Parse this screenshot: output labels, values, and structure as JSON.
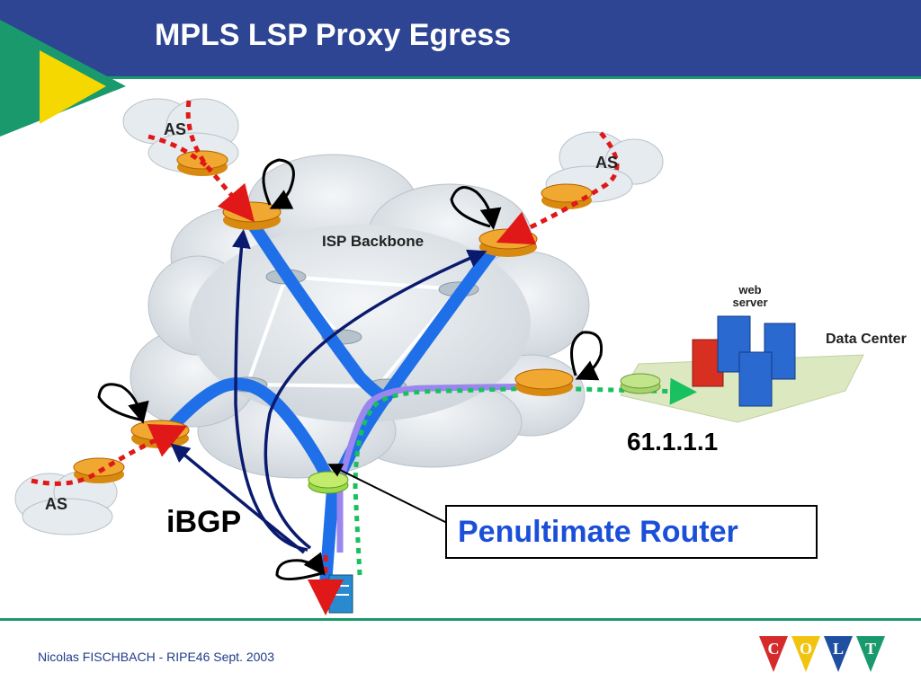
{
  "slide": {
    "title": "MPLS LSP Proxy Egress",
    "footer": "Nicolas FISCHBACH - RIPE46 Sept. 2003"
  },
  "labels": {
    "as_top_left": "AS",
    "as_top_right": "AS",
    "as_bottom_left": "AS",
    "isp_backbone": "ISP Backbone",
    "web_server_line1": "web",
    "web_server_line2": "server",
    "data_center": "Data Center",
    "ip_address": "61.1.1.1",
    "ibgp": "iBGP",
    "penultimate_router": "Penultimate Router"
  },
  "logo": {
    "letters": [
      "C",
      "O",
      "L",
      "T"
    ],
    "colors": [
      "#d62b2b",
      "#f1c40f",
      "#1f4fa0",
      "#1a9a6c"
    ]
  },
  "colors": {
    "title_bar": "#2E4593",
    "accent_green": "#1a9a6c",
    "lsp_blue": "#1f6fe8",
    "ibgp_navy": "#0a1a6e",
    "ebgp_red": "#e01818",
    "green_dotted": "#18c060",
    "purple_path": "#9a86ee"
  }
}
